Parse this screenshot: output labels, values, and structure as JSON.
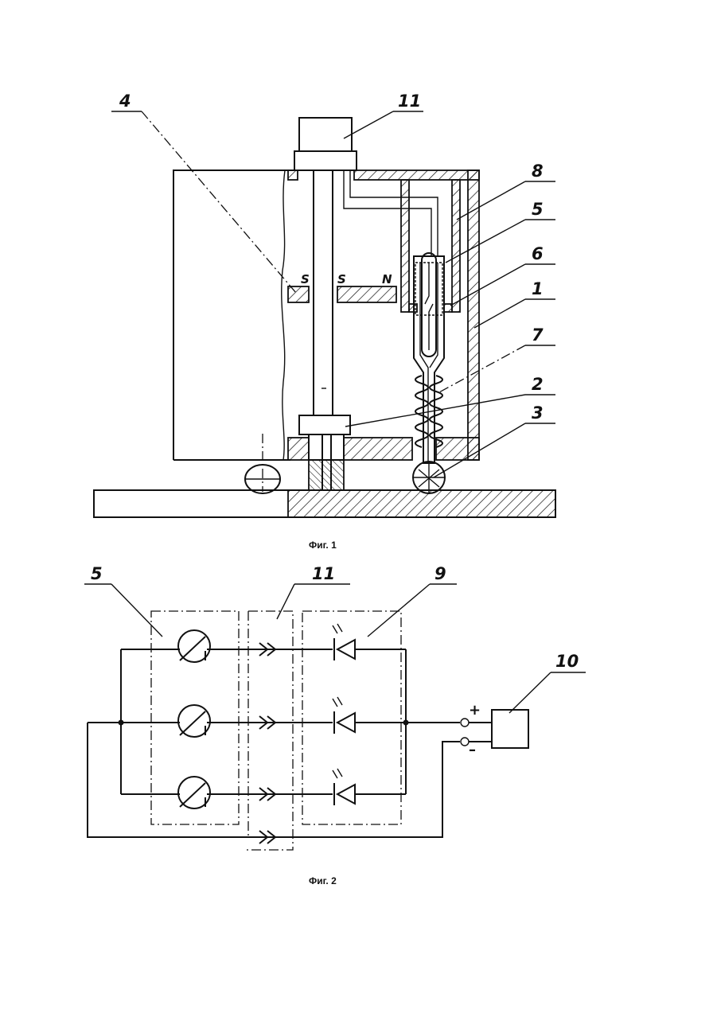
{
  "figure1": {
    "caption": "Фиг. 1",
    "labels": {
      "l4": "4",
      "l11": "11",
      "l8": "8",
      "l5": "5",
      "l6": "6",
      "l1": "1",
      "l7": "7",
      "l2": "2",
      "l3": "3"
    },
    "poles": {
      "s1": "S",
      "s2": "S",
      "n": "N"
    }
  },
  "figure2": {
    "caption": "Фиг. 2",
    "labels": {
      "l5": "5",
      "l11": "11",
      "l9": "9",
      "l10": "10"
    },
    "polarity": {
      "plus": "+",
      "minus": "–"
    }
  }
}
